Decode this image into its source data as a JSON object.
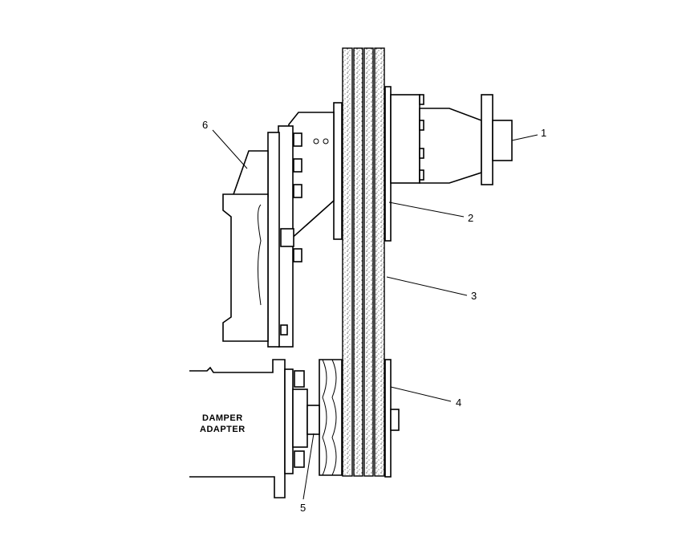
{
  "callouts": [
    {
      "id": "1",
      "label": "1"
    },
    {
      "id": "2",
      "label": "2"
    },
    {
      "id": "3",
      "label": "3"
    },
    {
      "id": "4",
      "label": "4"
    },
    {
      "id": "5",
      "label": "5"
    },
    {
      "id": "6",
      "label": "6"
    }
  ],
  "labels": {
    "damper_line1": "DAMPER",
    "damper_line2": "ADAPTER"
  }
}
